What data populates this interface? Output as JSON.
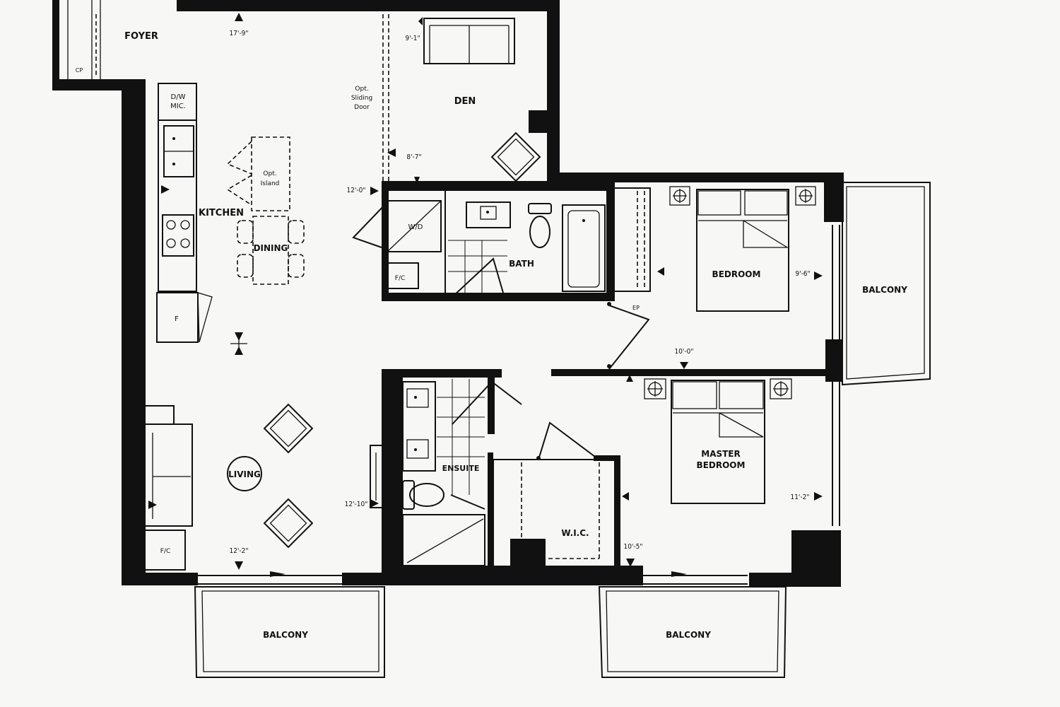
{
  "rooms": {
    "foyer": "FOYER",
    "den": "DEN",
    "kitchen": "KITCHEN",
    "dining": "DINING",
    "living": "LIVING",
    "bath": "BATH",
    "bedroom": "BEDROOM",
    "master_bedroom_line1": "MASTER",
    "master_bedroom_line2": "BEDROOM",
    "ensuite": "ENSUITE",
    "wic": "W.I.C.",
    "balcony_east": "BALCONY",
    "balcony_south_left": "BALCONY",
    "balcony_south_right": "BALCONY"
  },
  "fixtures": {
    "cp": "CP",
    "dw_mic_line1": "D/W",
    "dw_mic_line2": "MIC.",
    "fridge": "F",
    "wd": "W/D",
    "fc_bath": "F/C",
    "fc_living": "F/C",
    "ep": "EP",
    "opt_island_line1": "Opt.",
    "opt_island_line2": "Island",
    "opt_sliding_line1": "Opt.",
    "opt_sliding_line2": "Sliding",
    "opt_sliding_line3": "Door"
  },
  "dimensions": {
    "foyer_width": "17'-9\"",
    "den_width": "9'-1\"",
    "den_depth": "8'-7\"",
    "kitchen": "12'-0\"",
    "bedroom_depth": "9'-6\"",
    "bedroom_width": "10'-0\"",
    "living_depth": "12'-10\"",
    "living_width": "12'-2\"",
    "master_depth": "11'-2\"",
    "master_width": "10'-5\""
  }
}
